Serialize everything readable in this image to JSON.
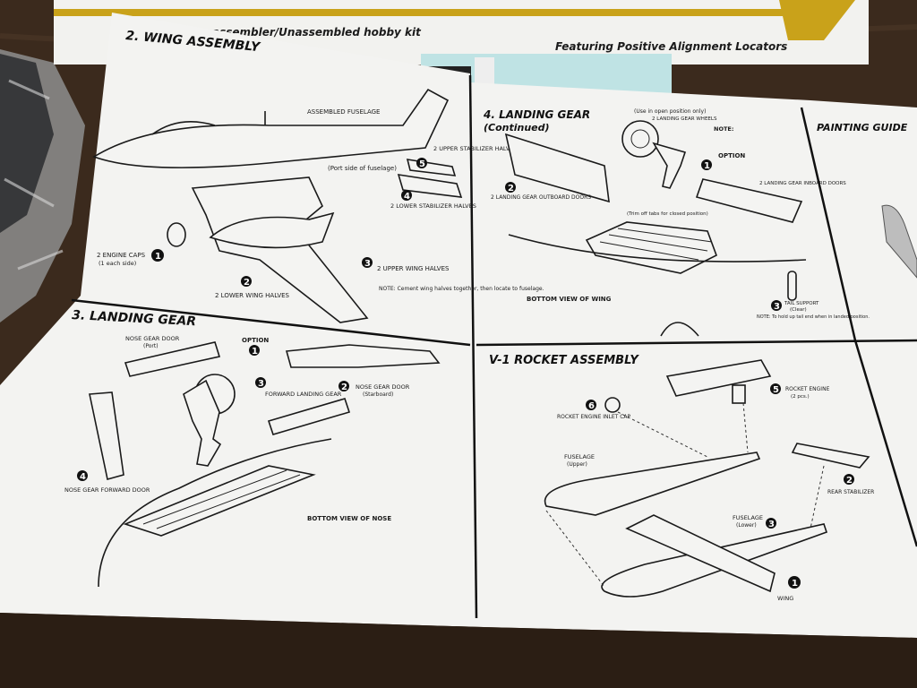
{
  "box_top": {
    "left_text": "assembler/Unassembled hobby kit",
    "right_text": "Featuring Positive Alignment Locators"
  },
  "sections": {
    "wing_assembly": {
      "title": "2. WING ASSEMBLY",
      "labels": {
        "fuselage": "ASSEMBLED FUSELAGE",
        "port_side": "(Port side of fuselage)",
        "upper_stab_num": "5",
        "upper_stab": "2 UPPER STABILIZER HALVES",
        "lower_stab_num": "4",
        "lower_stab": "2 LOWER STABILIZER HALVES",
        "engine_caps_num": "1",
        "engine_caps": "2 ENGINE CAPS",
        "engine_caps_sub": "(1 each side)",
        "lower_wing_num": "2",
        "lower_wing": "2 LOWER WING HALVES",
        "upper_wing_num": "3",
        "upper_wing": "2 UPPER WING HALVES",
        "note": "NOTE: Cement wing halves together, then locate to fuselage."
      }
    },
    "landing_gear_cont": {
      "title": "4. LANDING GEAR",
      "subtitle": "(Continued)",
      "labels": {
        "open_position": "(Use in open position only)",
        "wheels": "2 LANDING GEAR WHEELS",
        "outboard_num": "2",
        "outboard": "2 LANDING GEAR OUTBOARD DOORS",
        "note_title": "NOTE:",
        "option": "OPTION",
        "option_num": "1",
        "inboard": "2 LANDING GEAR INBOARD DOORS",
        "trim": "(Trim off tabs for closed position)",
        "bottom_view": "BOTTOM VIEW OF WING",
        "tail_num": "3",
        "tail": "TAIL SUPPORT",
        "tail_sub": "(Clear)",
        "tail_note": "NOTE: To hold up tail end when in landed position."
      }
    },
    "painting_guide": {
      "title": "PAINTING GUIDE"
    },
    "landing_gear": {
      "title": "3. LANDING GEAR",
      "labels": {
        "nose_door": "NOSE GEAR DOOR",
        "nose_door_sub": "(Port)",
        "option": "OPTION",
        "option_num": "1",
        "forward_num": "3",
        "forward": "FORWARD LANDING GEAR",
        "nose_star_num": "2",
        "nose_star": "NOSE GEAR DOOR",
        "nose_star_sub": "(Starboard)",
        "fwd_door_num": "4",
        "fwd_door": "NOSE GEAR FORWARD DOOR",
        "bottom_view": "BOTTOM VIEW OF NOSE"
      }
    },
    "v1_rocket": {
      "title": "V-1 ROCKET ASSEMBLY",
      "labels": {
        "inlet_num": "6",
        "inlet": "ROCKET ENGINE INLET CAP",
        "engine_num": "5",
        "engine": "ROCKET ENGINE",
        "engine_sub": "(2 pcs.)",
        "fus_upper": "FUSELAGE",
        "fus_upper_sub": "(Upper)",
        "rear_stab_num": "2",
        "rear_stab": "REAR STABILIZER",
        "fus_lower": "FUSELAGE",
        "fus_lower_sub": "(Lower)",
        "fus_lower_num": "3",
        "wing_num": "1",
        "wing": "WING"
      }
    }
  },
  "colors": {
    "table": "#3a2a1c",
    "paper": "#f3f3f1",
    "ink": "#111111",
    "box_yellow": "#c9a21a"
  }
}
